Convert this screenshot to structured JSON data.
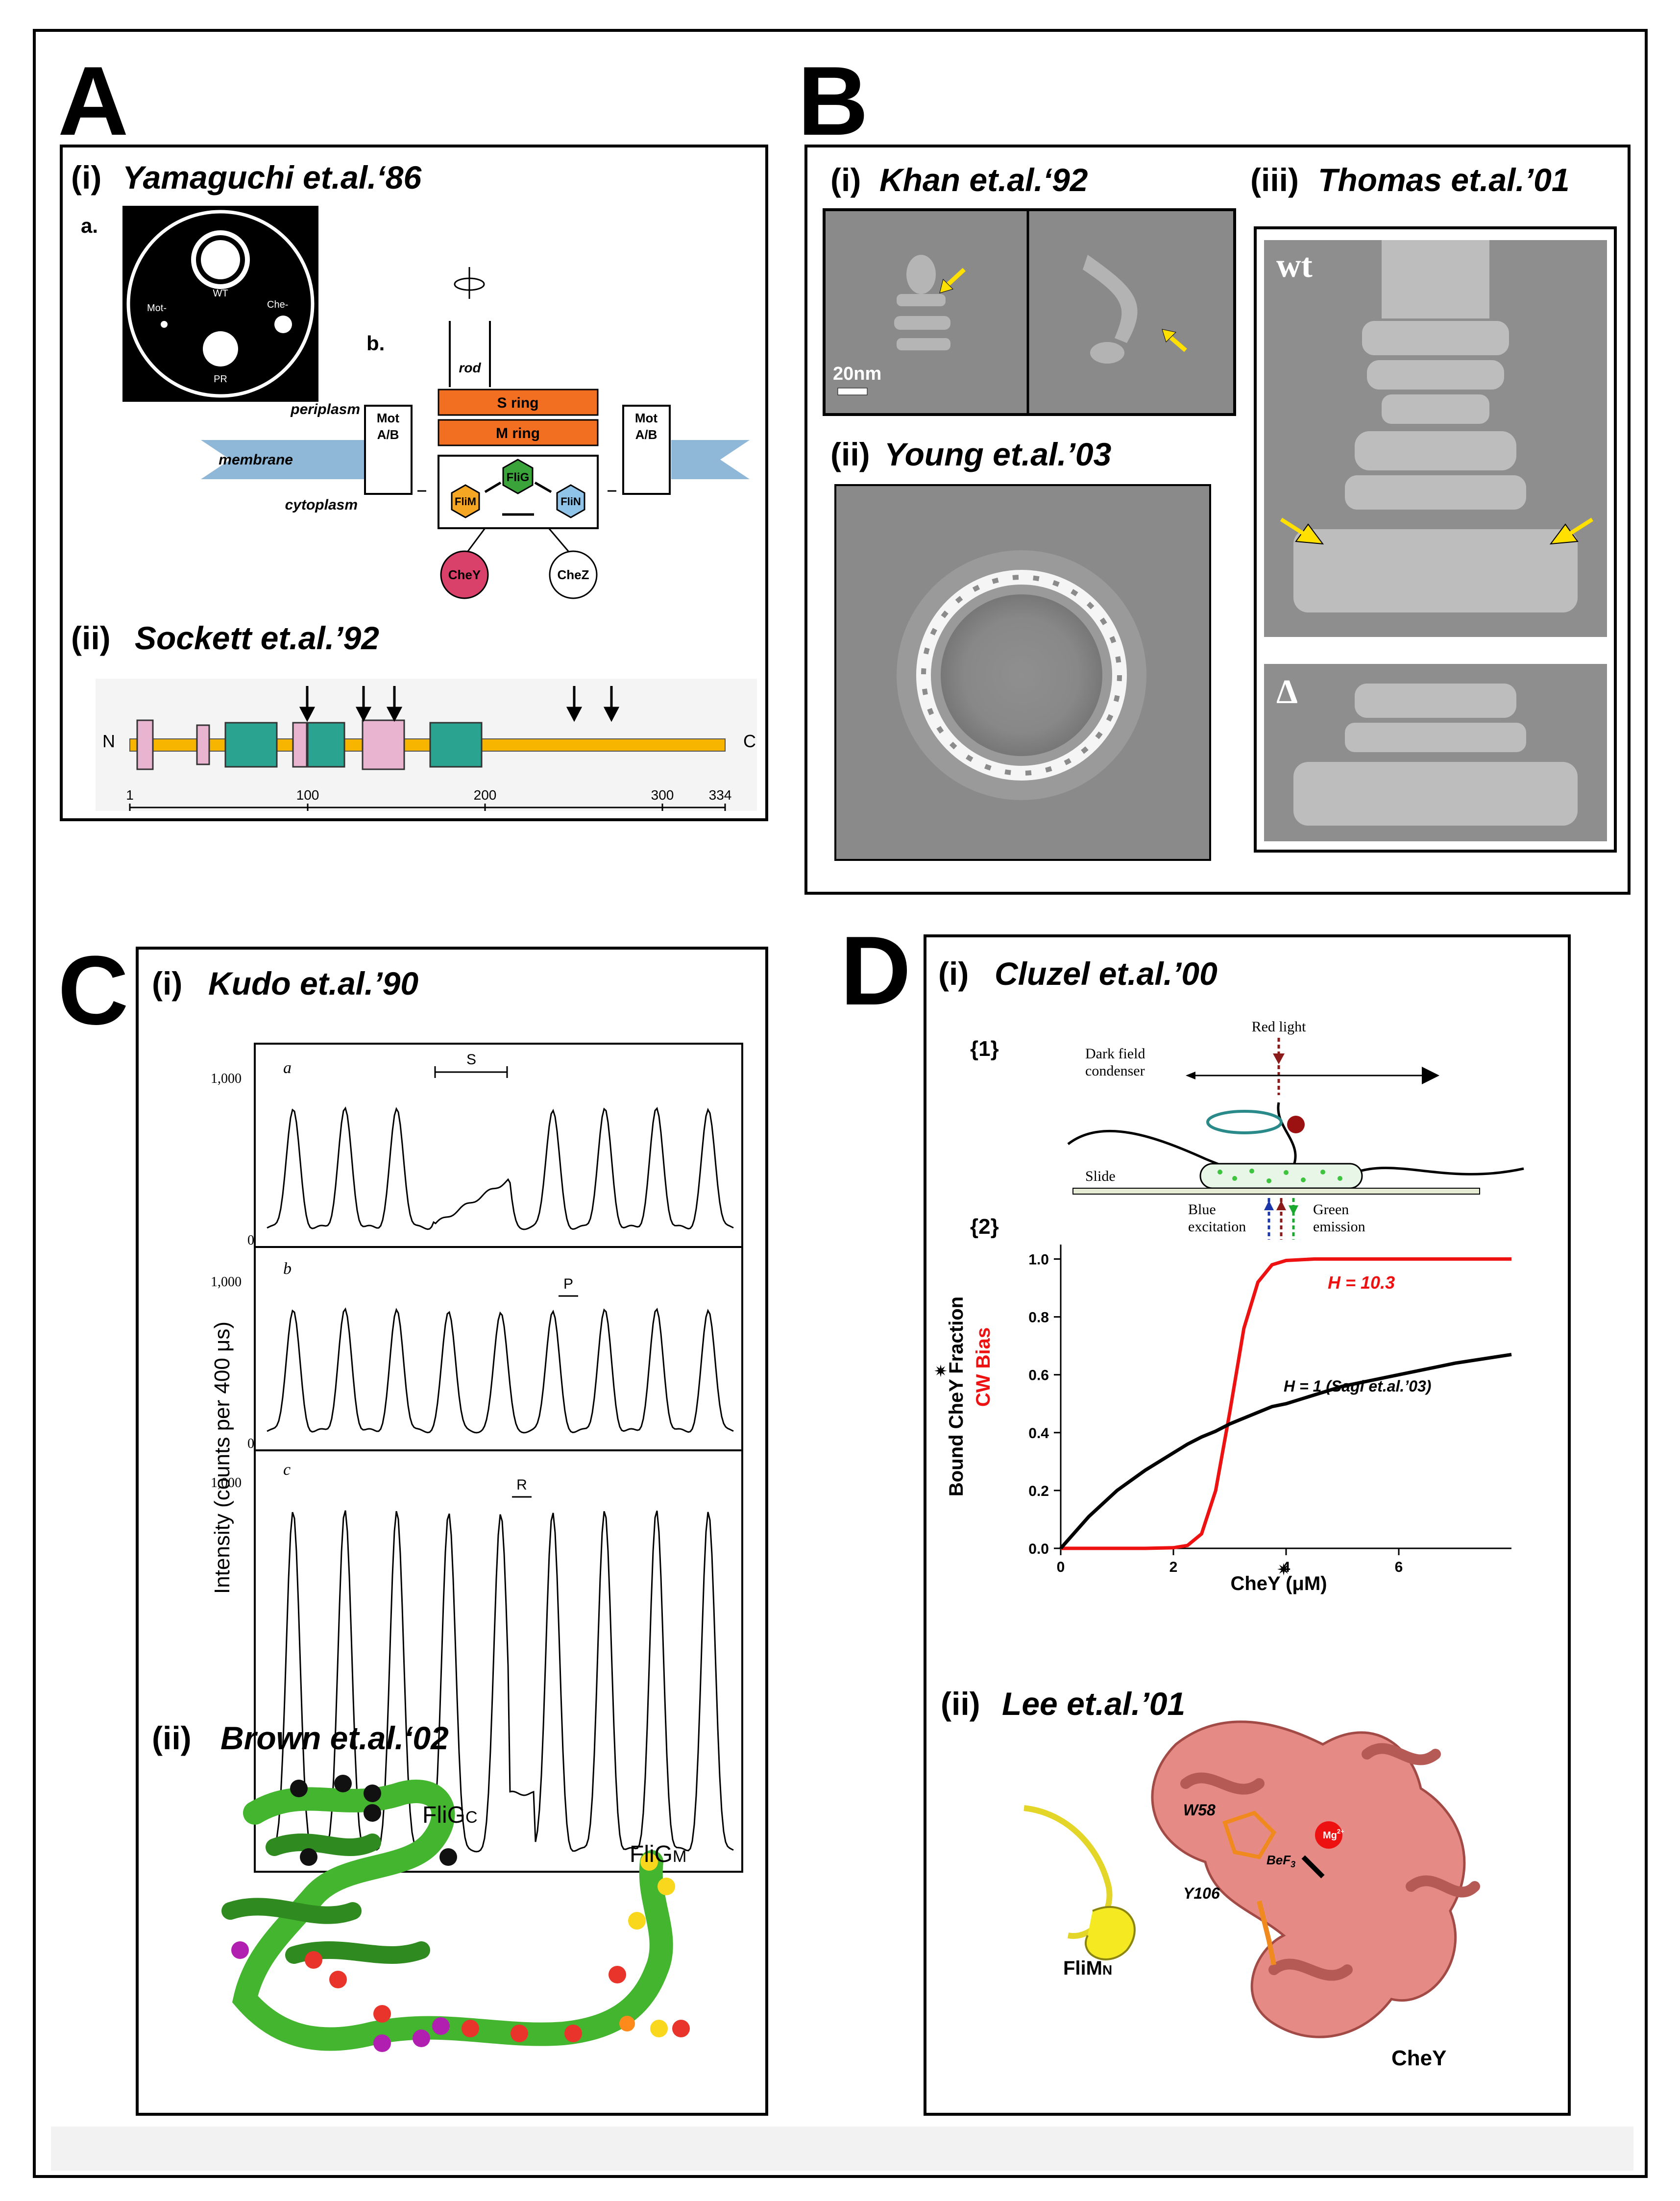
{
  "panels": {
    "A": {
      "letter": "A",
      "i": {
        "num": "(i)",
        "author": "Yamaguchi et.al.‘86",
        "plate": {
          "tag": "a.",
          "wt": "WT",
          "mot": "Mot-",
          "che": "Che-",
          "pr": "PR"
        },
        "schematic": {
          "tag": "b.",
          "rod": "rod",
          "s_ring": "S ring",
          "m_ring": "M ring",
          "periplasm": "periplasm",
          "membrane": "membrane",
          "cytoplasm": "cytoplasm",
          "mot": "Mot",
          "ab": "A/B",
          "flig": "FliG",
          "flim": "FliM",
          "flin": "FliN",
          "chey": "CheY",
          "chez": "CheZ"
        }
      },
      "ii": {
        "num": "(ii)",
        "author": "Sockett et.al.’92",
        "n_term": "N",
        "c_term": "C",
        "ticks": [
          "1",
          "100",
          "200",
          "300",
          "334"
        ]
      }
    },
    "B": {
      "letter": "B",
      "i": {
        "num": "(i)",
        "author": "Khan et.al.‘92",
        "scale": "20nm"
      },
      "ii": {
        "num": "(ii)",
        "author": "Young et.al.’03"
      },
      "iii": {
        "num": "(iii)",
        "author": "Thomas et.al.’01",
        "wt": "wt",
        "delta": "Δ"
      }
    },
    "C": {
      "letter": "C",
      "i": {
        "num": "(i)",
        "author": "Kudo et.al.’90",
        "ylabel": "Intensity (counts per 400 μs)",
        "traces": [
          {
            "tag": "a",
            "ymax": "1,000",
            "ymin": "0",
            "marker": "S"
          },
          {
            "tag": "b",
            "ymax": "1,000",
            "ymin": "0",
            "marker": "P"
          },
          {
            "tag": "c",
            "ymax": "1,000",
            "ymin": "",
            "marker": "R"
          }
        ]
      },
      "ii": {
        "num": "(ii)",
        "author": "Brown et.al.‘02",
        "fligc": "FliG",
        "fligc_sub": "C",
        "fligm": "FliG",
        "fligm_sub": "M"
      }
    },
    "D": {
      "letter": "D",
      "i": {
        "num": "(i)",
        "author": "Cluzel et.al.’00",
        "sub1": "{1}",
        "sub2": "{2}",
        "setup": {
          "red_light": "Red light",
          "dark_field_1": "Dark field",
          "dark_field_2": "condenser",
          "slide": "Slide",
          "blue_1": "Blue",
          "blue_2": "excitation",
          "green_1": "Green",
          "green_2": "emission"
        }
      },
      "ii": {
        "num": "(ii)",
        "author": "Lee et.al.’01",
        "w58": "W58",
        "y106": "Y106",
        "bef3": "BeF",
        "bef3_sub": "3",
        "mg": "Mg",
        "mg_sup": "2+",
        "flimn": "FliM",
        "flimn_sub": "N",
        "chey": "CheY"
      }
    }
  },
  "chart_data": {
    "type": "line",
    "x": [
      0,
      0.5,
      1,
      1.5,
      2,
      2.25,
      2.5,
      2.75,
      3,
      3.25,
      3.5,
      3.75,
      4,
      4.5,
      5,
      5.5,
      6,
      7,
      8
    ],
    "series": [
      {
        "name": "H = 10.3",
        "color": "#ee1111",
        "y": [
          0,
          0,
          0,
          0,
          0.002,
          0.01,
          0.05,
          0.2,
          0.47,
          0.76,
          0.92,
          0.98,
          0.995,
          1.0,
          1.0,
          1.0,
          1.0,
          1.0,
          1.0
        ]
      },
      {
        "name": "H = 1 (Sagi et.al.’03)",
        "color": "#000000",
        "y": [
          0,
          0.11,
          0.2,
          0.27,
          0.33,
          0.36,
          0.385,
          0.405,
          0.43,
          0.45,
          0.47,
          0.49,
          0.5,
          0.53,
          0.56,
          0.58,
          0.6,
          0.64,
          0.67
        ]
      }
    ],
    "xlabel": "CheY (μM)",
    "xlabel_star": "✷",
    "ylabel_black": "Bound CheY Fraction",
    "ylabel_red": "CW Bias",
    "ylabel_star": "✷",
    "xticks": [
      "0",
      "2",
      "4",
      "6"
    ],
    "yticks": [
      "0.0",
      "0.2",
      "0.4",
      "0.6",
      "0.8",
      "1.0"
    ],
    "xlim": [
      0,
      8
    ],
    "ylim": [
      0,
      1.05
    ],
    "grid": false
  }
}
